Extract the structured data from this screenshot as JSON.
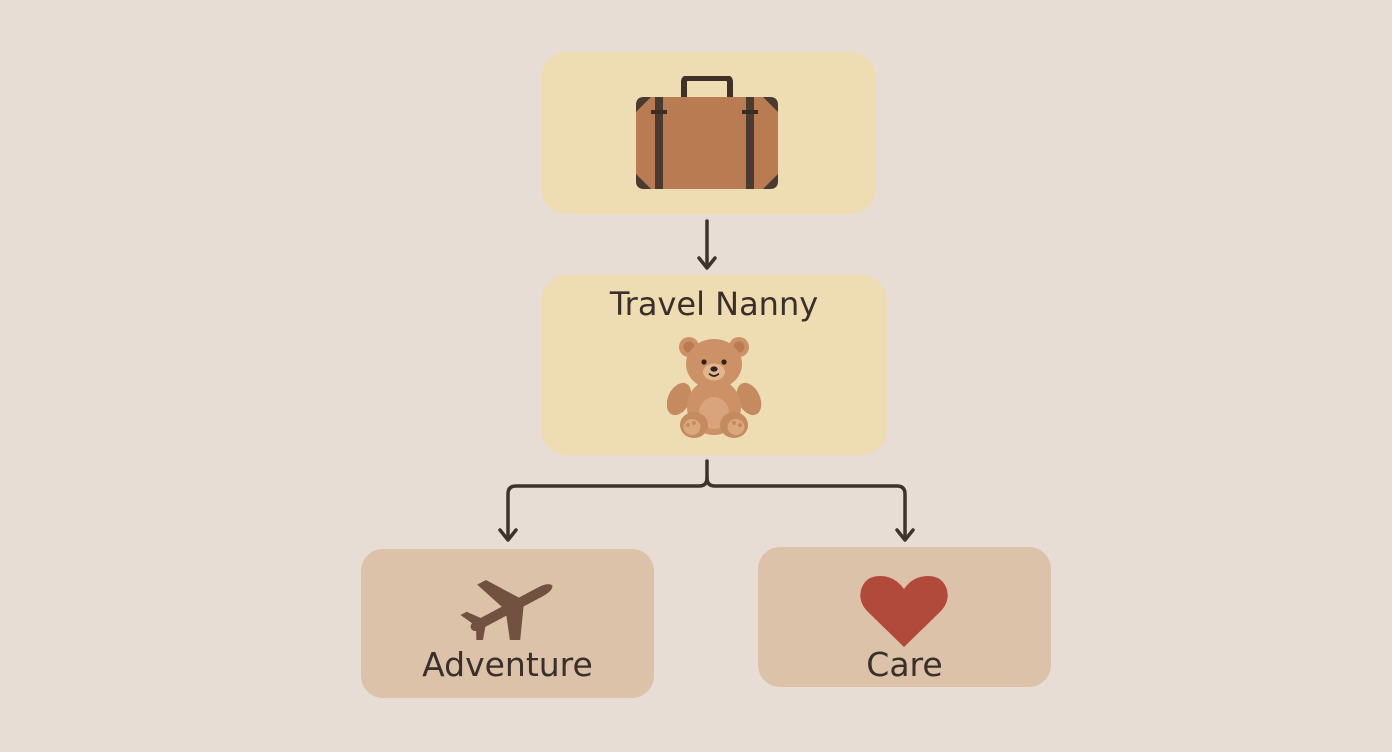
{
  "nodes": {
    "top": {
      "icon": "suitcase-icon"
    },
    "middle": {
      "label": "Travel Nanny",
      "icon": "teddy-bear-icon"
    },
    "left": {
      "label": "Adventure",
      "icon": "airplane-icon"
    },
    "right": {
      "label": "Care",
      "icon": "heart-icon"
    }
  },
  "edges": [
    {
      "from": "top",
      "to": "middle"
    },
    {
      "from": "middle",
      "to": "left"
    },
    {
      "from": "middle",
      "to": "right"
    }
  ],
  "colors": {
    "background": "#e7ddd5",
    "upper_nodes": "#eedcb2",
    "lower_nodes": "#dcc2a9",
    "connector": "#3f322c",
    "text": "#3a2f2a",
    "heart": "#b24a3c",
    "plane": "#71513f",
    "suitcase": "#b87b52",
    "bear": "#cc9166"
  }
}
